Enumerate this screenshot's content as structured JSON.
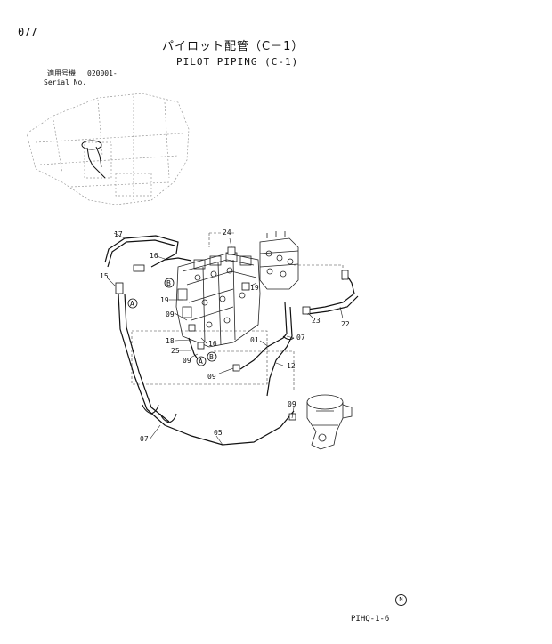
{
  "page_number": "077",
  "title_jp": "パイロット配管（C－1）",
  "title_en": "PILOT PIPING (C-1)",
  "serial": {
    "label_jp": "適用号機",
    "number": "020001-",
    "label_en": "Serial No."
  },
  "callouts": {
    "c17": "17",
    "c16": "16",
    "c15": "15",
    "c24": "24",
    "c19a": "19",
    "c19b": "19",
    "c09a": "09",
    "c18": "18",
    "c25": "25",
    "c16b": "16",
    "c09b": "09",
    "c09c": "09",
    "c01": "01",
    "c07a": "07",
    "c12": "12",
    "c22": "22",
    "c23": "23",
    "c09d": "09",
    "c07b": "07",
    "c05": "05"
  },
  "port_marks": {
    "A1": "A",
    "B1": "B",
    "A2": "A",
    "B2": "B"
  },
  "footer": {
    "code": "PIHQ-1-6",
    "mark": "N"
  }
}
